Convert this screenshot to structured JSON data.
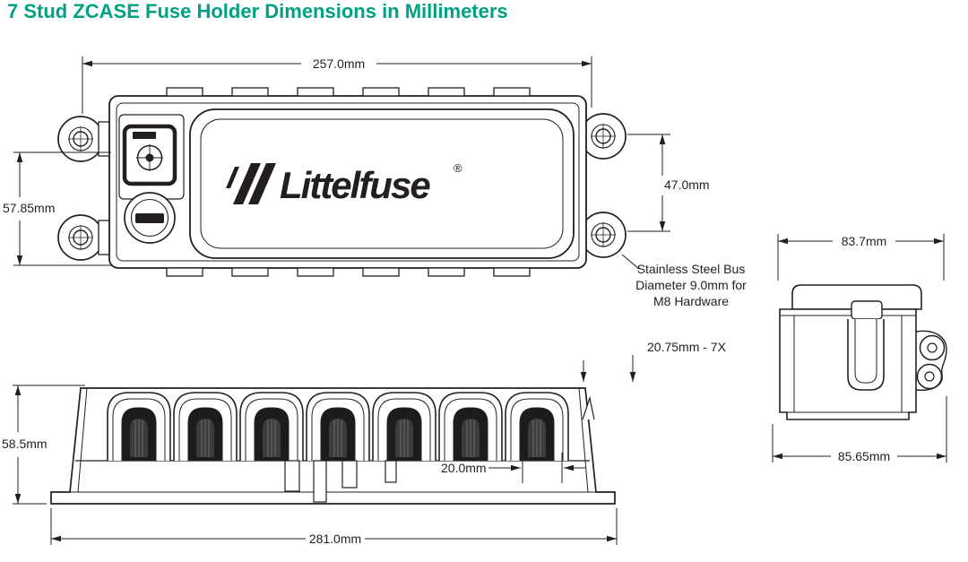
{
  "title": "7 Stud ZCASE Fuse Holder Dimensions in Millimeters",
  "colors": {
    "title_accent": "#00a084",
    "line": "#231f20"
  },
  "logo": {
    "brand": "Littelfuse",
    "registered": "®"
  },
  "top_view": {
    "dim_width": "257.0mm",
    "dim_height_left": "57.85mm",
    "dim_height_right": "47.0mm",
    "bus_note": [
      "Stainless Steel Bus",
      "Diameter 9.0mm for",
      "M8 Hardware"
    ]
  },
  "front_view": {
    "dim_height": "58.5mm",
    "dim_stud_pitch": "20.75mm - 7X",
    "dim_terminal": "20.0mm",
    "dim_width": "281.0mm"
  },
  "side_view": {
    "dim_width_top": "83.7mm",
    "dim_width_bottom": "85.65mm"
  }
}
